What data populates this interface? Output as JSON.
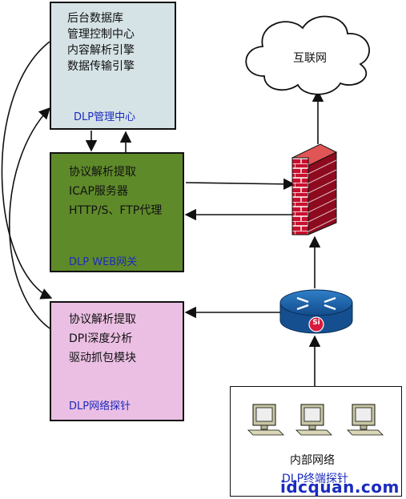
{
  "management_center": {
    "lines": [
      "后台数据库",
      "管理控制中心",
      "内容解析引擎",
      "数据传输引擎"
    ],
    "caption": "DLP管理中心",
    "fill": "#d6e3e6"
  },
  "web_gateway": {
    "lines": [
      "协议解析提取",
      "ICAP服务器",
      "HTTP/S、FTP代理"
    ],
    "caption": "DLP WEB网关",
    "fill": "#5f8a2a"
  },
  "network_probe": {
    "lines": [
      "协议解析提取",
      "DPI深度分析",
      "驱动抓包模块"
    ],
    "caption": "DLP网络探针",
    "fill": "#ebbfe3"
  },
  "internet": {
    "label": "互联网"
  },
  "router": {
    "icon": "router-icon",
    "badge": "Si"
  },
  "firewall": {
    "icon": "firewall-icon"
  },
  "internal_network": {
    "label": "内部网络",
    "caption": "DLP终端探针",
    "computers": 3
  },
  "watermark": "idcquan.com"
}
